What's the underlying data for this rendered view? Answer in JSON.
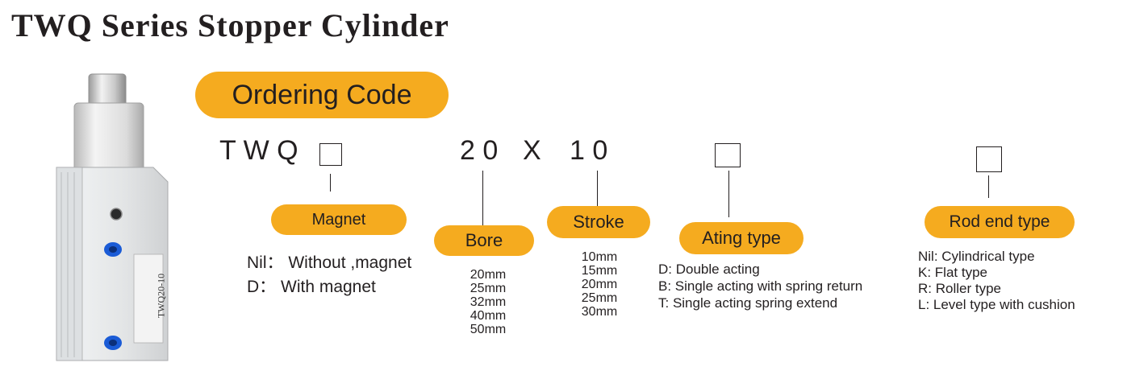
{
  "title": "TWQ Series Stopper Cylinder",
  "ordering_code_label": "Ordering Code",
  "code": {
    "prefix": "T W Q",
    "bore": "2 0",
    "separator": "X",
    "stroke": "1 0"
  },
  "product_label": "TWQ20-10",
  "magnet": {
    "label": "Magnet",
    "options": [
      "Nil： Without ,magnet",
      "D： With magnet"
    ]
  },
  "bore": {
    "label": "Bore",
    "options": [
      "20mm",
      "25mm",
      "32mm",
      "40mm",
      "50mm"
    ]
  },
  "stroke": {
    "label": "Stroke",
    "options": [
      "10mm",
      "15mm",
      "20mm",
      "25mm",
      "30mm"
    ]
  },
  "acting_type": {
    "label": "Ating type",
    "options": [
      "D: Double acting",
      "B: Single acting with spring return",
      "T: Single acting spring extend"
    ]
  },
  "rod_end_type": {
    "label": "Rod end type",
    "options": [
      "Nil: Cylindrical type",
      "K: Flat type",
      "R: Roller type",
      "L: Level type with cushion"
    ]
  },
  "colors": {
    "accent": "#f5ab1f",
    "text": "#231f20",
    "fitting": "#1a5bd6"
  }
}
